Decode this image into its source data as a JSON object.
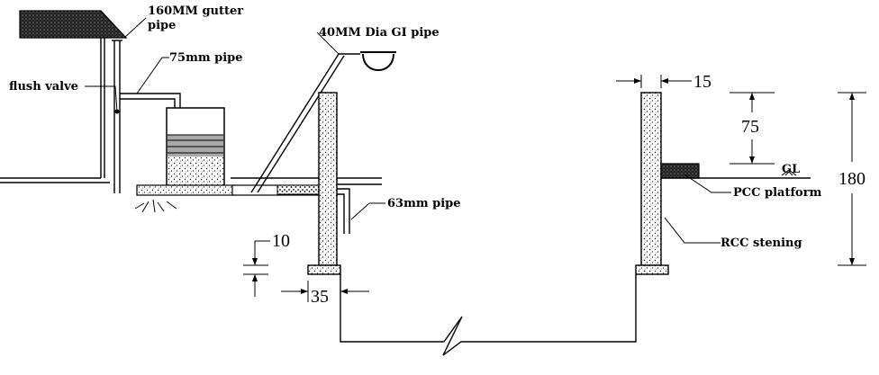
{
  "labels": {
    "gutter_pipe": "160MM gutter\npipe",
    "pipe_75": "75mm pipe",
    "flush_valve": "flush valve",
    "gi_pipe": "40MM Dia GI pipe",
    "pipe_63": "63mm pipe",
    "gl": "GL",
    "pcc_platform": "PCC platform",
    "rcc_stening": "RCC stening"
  },
  "dimensions": {
    "d15": "15",
    "d75": "75",
    "d180": "180",
    "d10": "10",
    "d35": "35"
  },
  "colors": {
    "line": "#000000",
    "fill_concrete": "#ffffff",
    "fill_roof": "#1a1a1a",
    "fill_water": "#9a9a9a"
  }
}
